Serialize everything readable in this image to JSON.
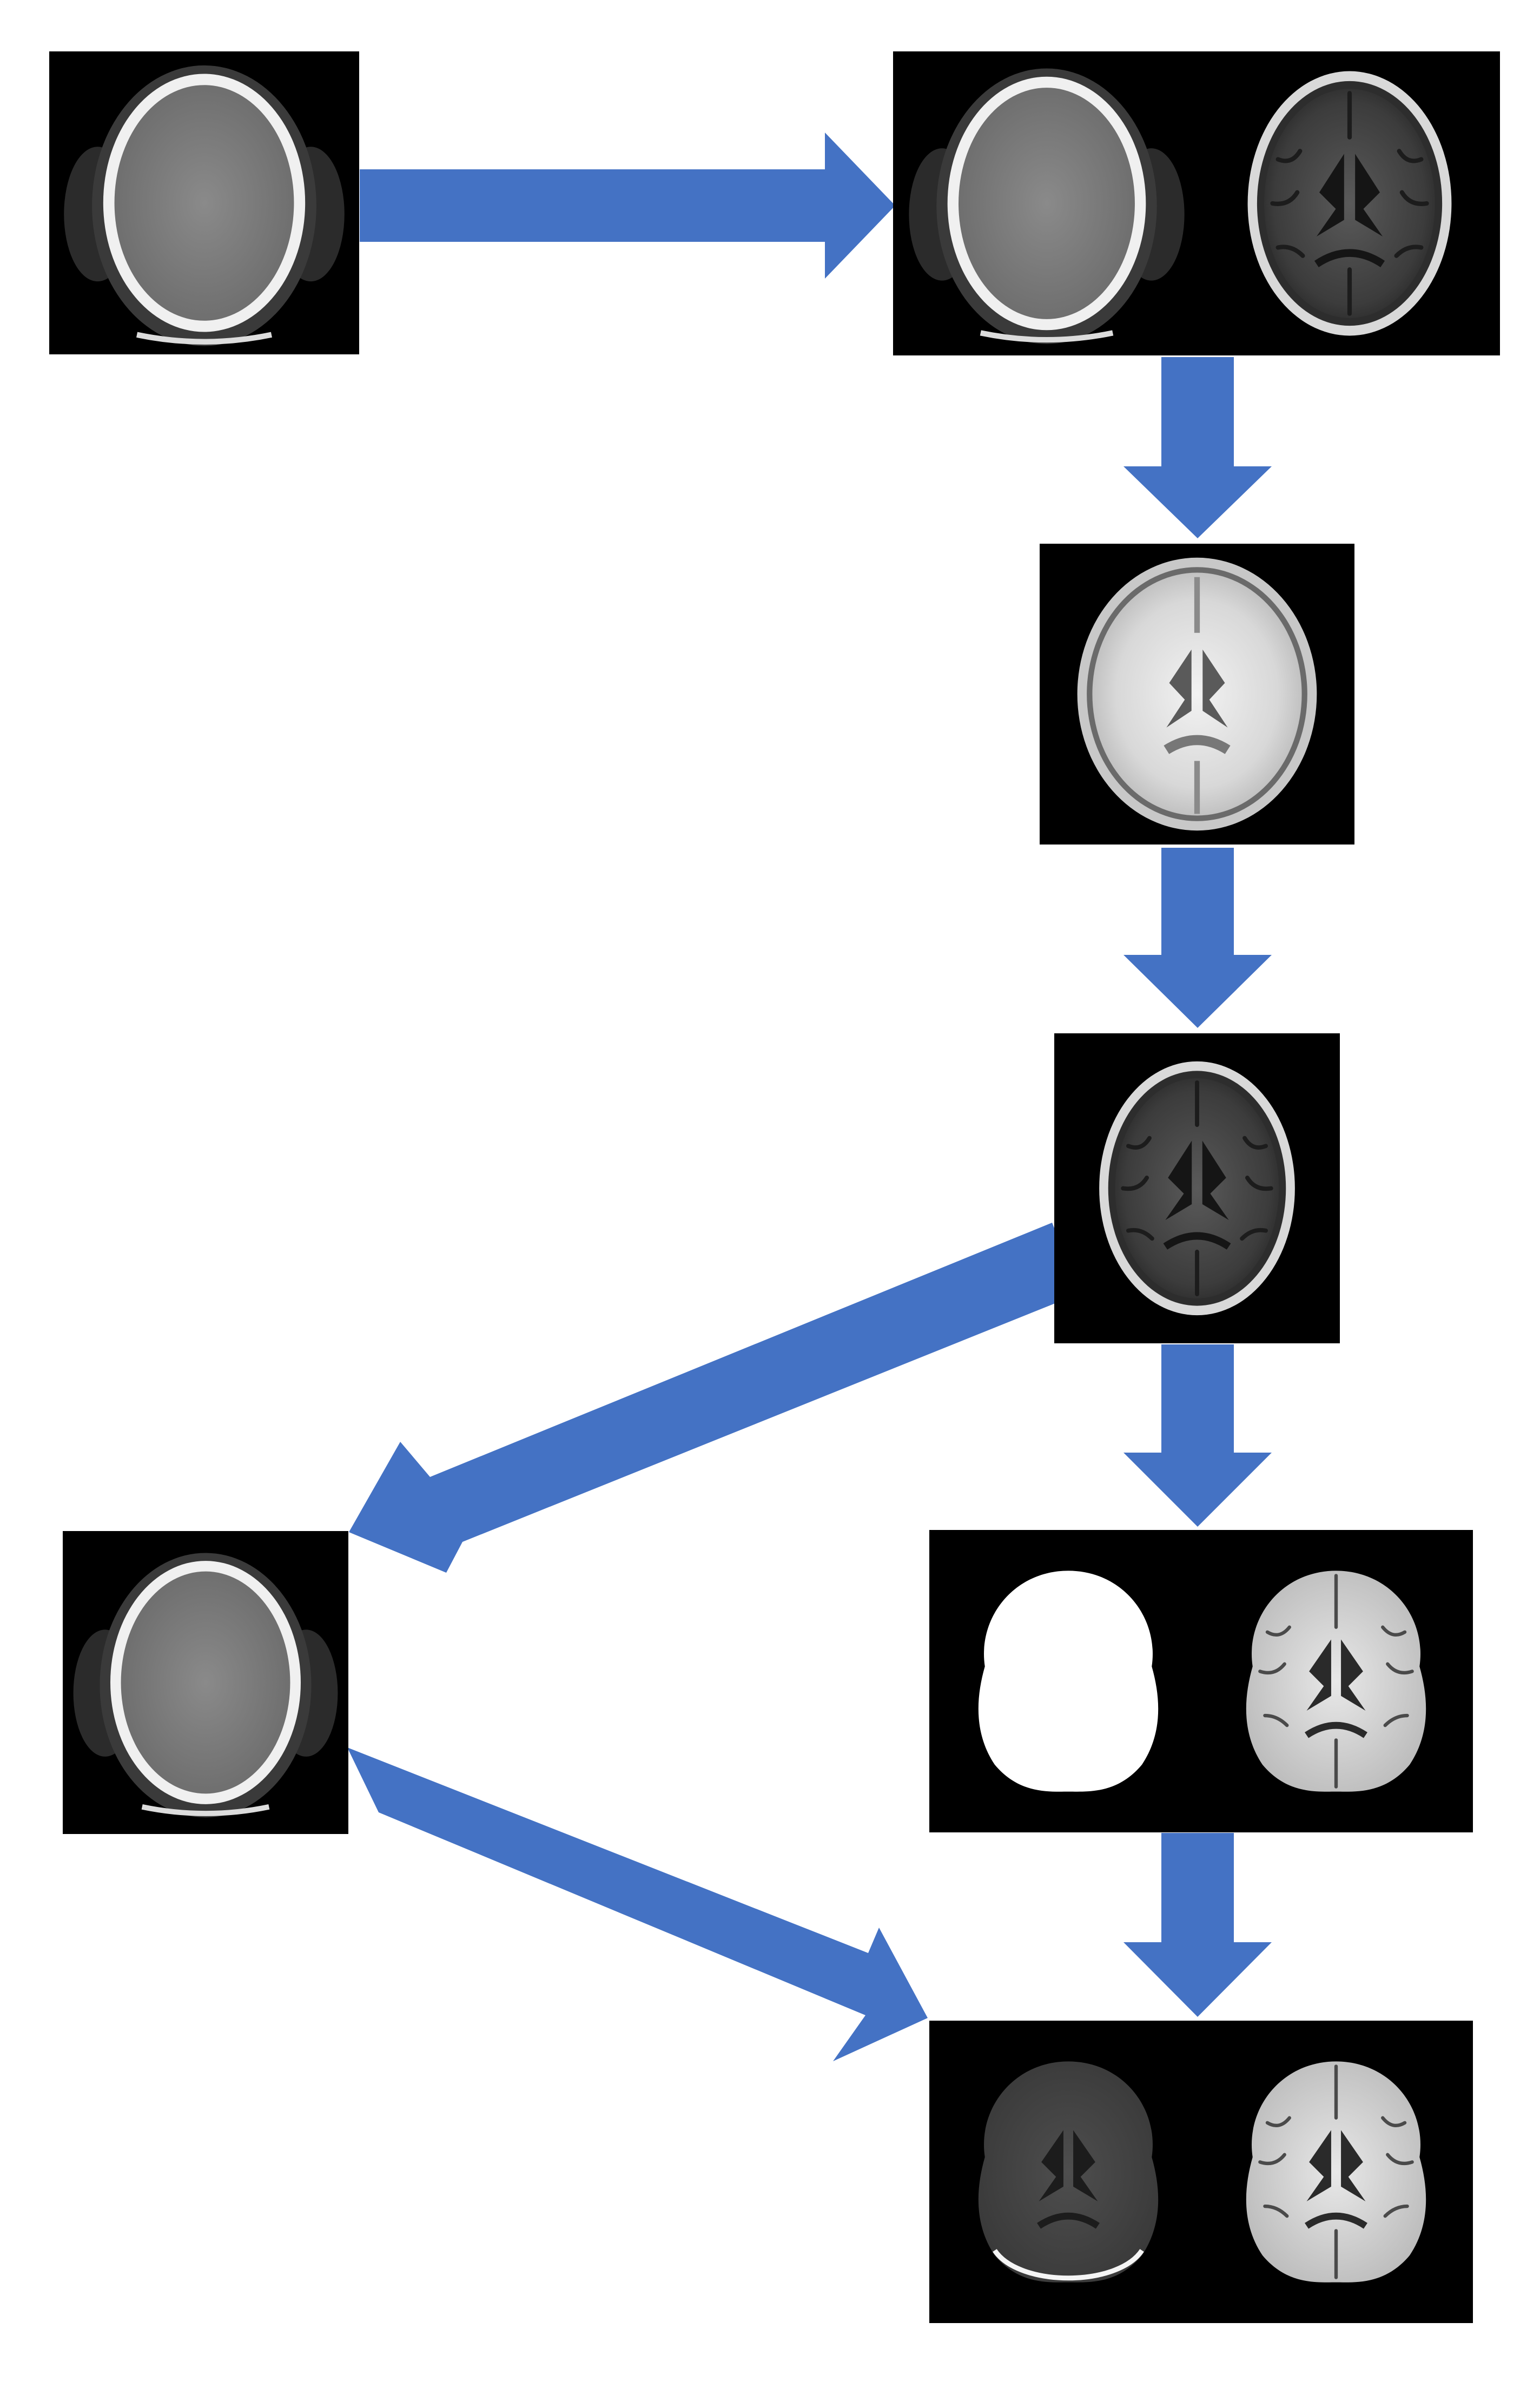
{
  "diagram": {
    "arrow_color": "#4472C4",
    "panel_background": "#000000",
    "nodes": [
      {
        "id": "ct-input",
        "kind": "ct-skull",
        "images": [
          "ct-skull-scan"
        ]
      },
      {
        "id": "ct-mri-pair",
        "kind": "pair",
        "images": [
          "ct-skull-scan",
          "t1-mri-scan"
        ]
      },
      {
        "id": "mni-template",
        "kind": "template",
        "images": [
          "mni-template-scan"
        ]
      },
      {
        "id": "registered-mri",
        "kind": "mri",
        "images": [
          "t1-mri-scan"
        ]
      },
      {
        "id": "synthetic-ct",
        "kind": "ct-skull",
        "images": [
          "ct-skull-scan"
        ]
      },
      {
        "id": "brain-mask-pair",
        "kind": "pair",
        "images": [
          "brain-mask",
          "skull-stripped-mri"
        ]
      },
      {
        "id": "stripped-pair",
        "kind": "pair",
        "images": [
          "skull-stripped-ct",
          "skull-stripped-mri"
        ]
      }
    ],
    "edges": [
      {
        "from": "ct-input",
        "to": "ct-mri-pair"
      },
      {
        "from": "ct-mri-pair",
        "to": "mni-template"
      },
      {
        "from": "mni-template",
        "to": "registered-mri"
      },
      {
        "from": "registered-mri",
        "to": "synthetic-ct"
      },
      {
        "from": "registered-mri",
        "to": "brain-mask-pair"
      },
      {
        "from": "brain-mask-pair",
        "to": "stripped-pair"
      },
      {
        "from": "synthetic-ct",
        "to": "stripped-pair"
      }
    ]
  }
}
